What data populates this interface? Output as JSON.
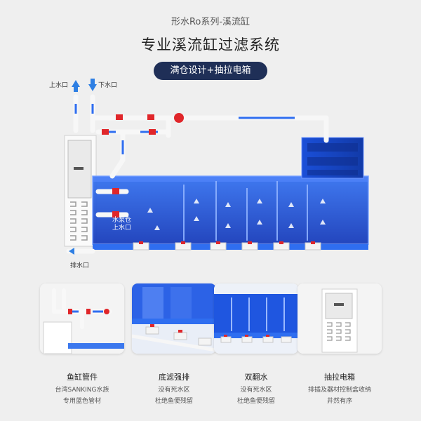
{
  "header": {
    "subtitle": "形水Ro系列-溪流缸",
    "title": "专业溪流缸过滤系统",
    "badge": "满仓设计+抽拉电箱"
  },
  "diagram": {
    "labels": {
      "inlet": "上水口",
      "outlet": "下水口",
      "drain": "排水口",
      "sump_label_line1": "水泵仓",
      "sump_label_line2": "上水口"
    },
    "colors": {
      "tank_blue": "#1447d6",
      "pipe_white": "#f7f7f7",
      "valve_red": "#e0262a",
      "arrow_blue": "#2e7fe3"
    }
  },
  "features": [
    {
      "title": "鱼缸管件",
      "line1": "台湾SANKING水族",
      "line2": "专用蓝色管材"
    },
    {
      "title": "底滤强排",
      "line1": "没有死水区",
      "line2": "杜绝鱼便残留"
    },
    {
      "title": "双翻水",
      "line1": "没有死水区",
      "line2": "杜绝鱼便残留"
    },
    {
      "title": "抽拉电箱",
      "line1": "排插及器材控制盒收纳",
      "line2": "井然有序"
    }
  ]
}
